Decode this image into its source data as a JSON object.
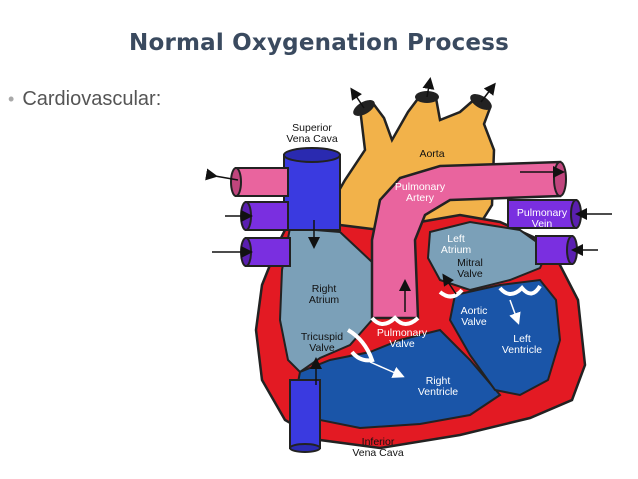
{
  "title": "Normal Oxygenation Process",
  "bullet": "Cardiovascular:",
  "labels": {
    "superior_vena_cava": [
      "Superior",
      "Vena Cava"
    ],
    "aorta": "Aorta",
    "pulmonary_artery": [
      "Pulmonary",
      "Artery"
    ],
    "pulmonary_vein": [
      "Pulmonary",
      "Vein"
    ],
    "left_atrium": [
      "Left",
      "Atrium"
    ],
    "mitral_valve": [
      "Mitral",
      "Valve"
    ],
    "right_atrium": [
      "Right",
      "Atrium"
    ],
    "aortic_valve": [
      "Aortic",
      "Valve"
    ],
    "tricuspid_valve": [
      "Tricuspid",
      "Valve"
    ],
    "pulmonary_valve": [
      "Pulmonary",
      "Valve"
    ],
    "left_ventricle": [
      "Left",
      "Ventricle"
    ],
    "right_ventricle": [
      "Right",
      "Ventricle"
    ],
    "inferior_vena_cava": [
      "Inferior",
      "Vena Cava"
    ]
  },
  "colors": {
    "vena_cava": "#3a3ae0",
    "aorta": "#f2b24a",
    "pulmonary_artery": "#e9649e",
    "pulmonary_vein": "#7a2fe0",
    "heart_wall": "#e31a23",
    "right_chamber": "#7ba0b8",
    "ventricle_blue": "#1a55a8"
  }
}
